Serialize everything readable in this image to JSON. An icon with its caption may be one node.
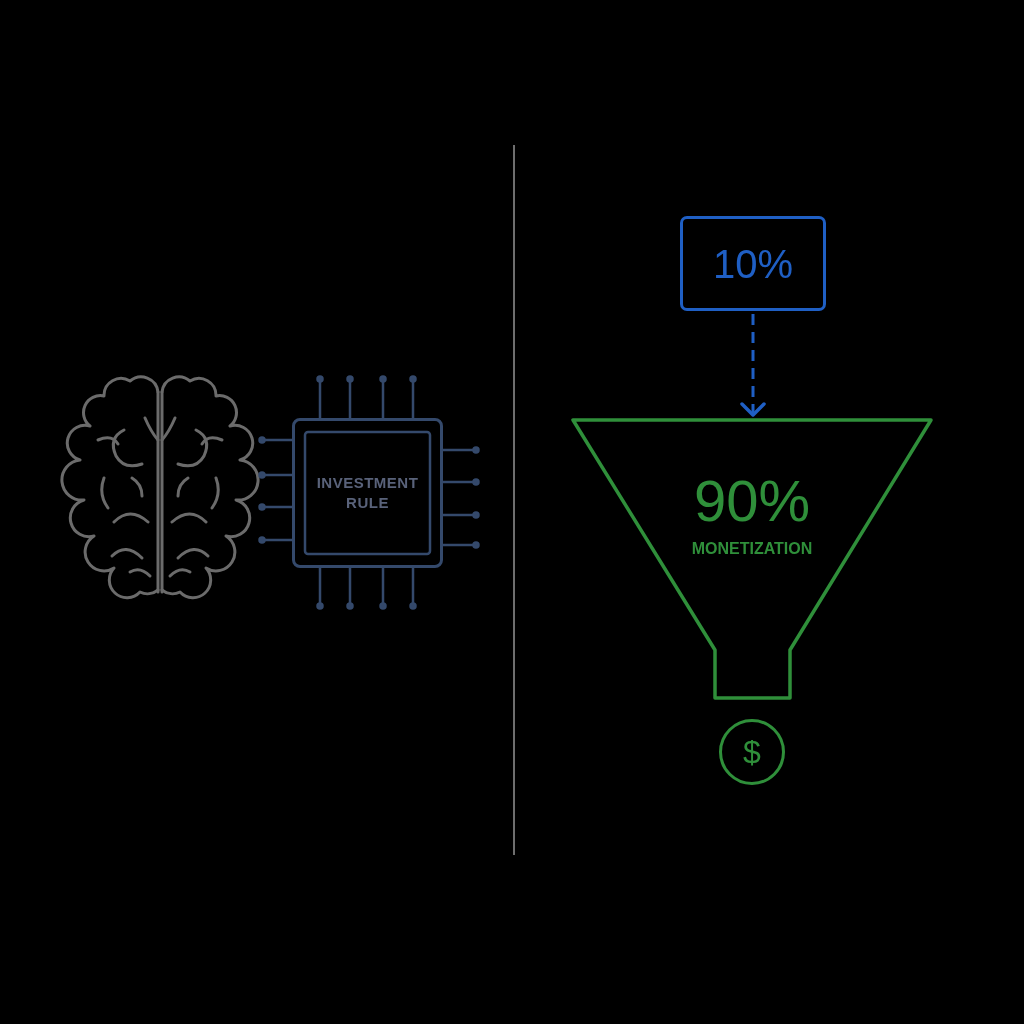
{
  "diagram": {
    "nodes": [
      {
        "text": [
          "INVESTMENT RULE"
        ]
      },
      {
        "text": [
          "10%"
        ]
      },
      {
        "text": [
          "90%",
          "MONETIZATION"
        ]
      },
      {
        "text": [
          "$"
        ]
      }
    ],
    "edges": [
      {
        "from": 1,
        "to": 2,
        "arrow": "to",
        "style": "dashed",
        "color": "#1f5fc4"
      }
    ]
  }
}
